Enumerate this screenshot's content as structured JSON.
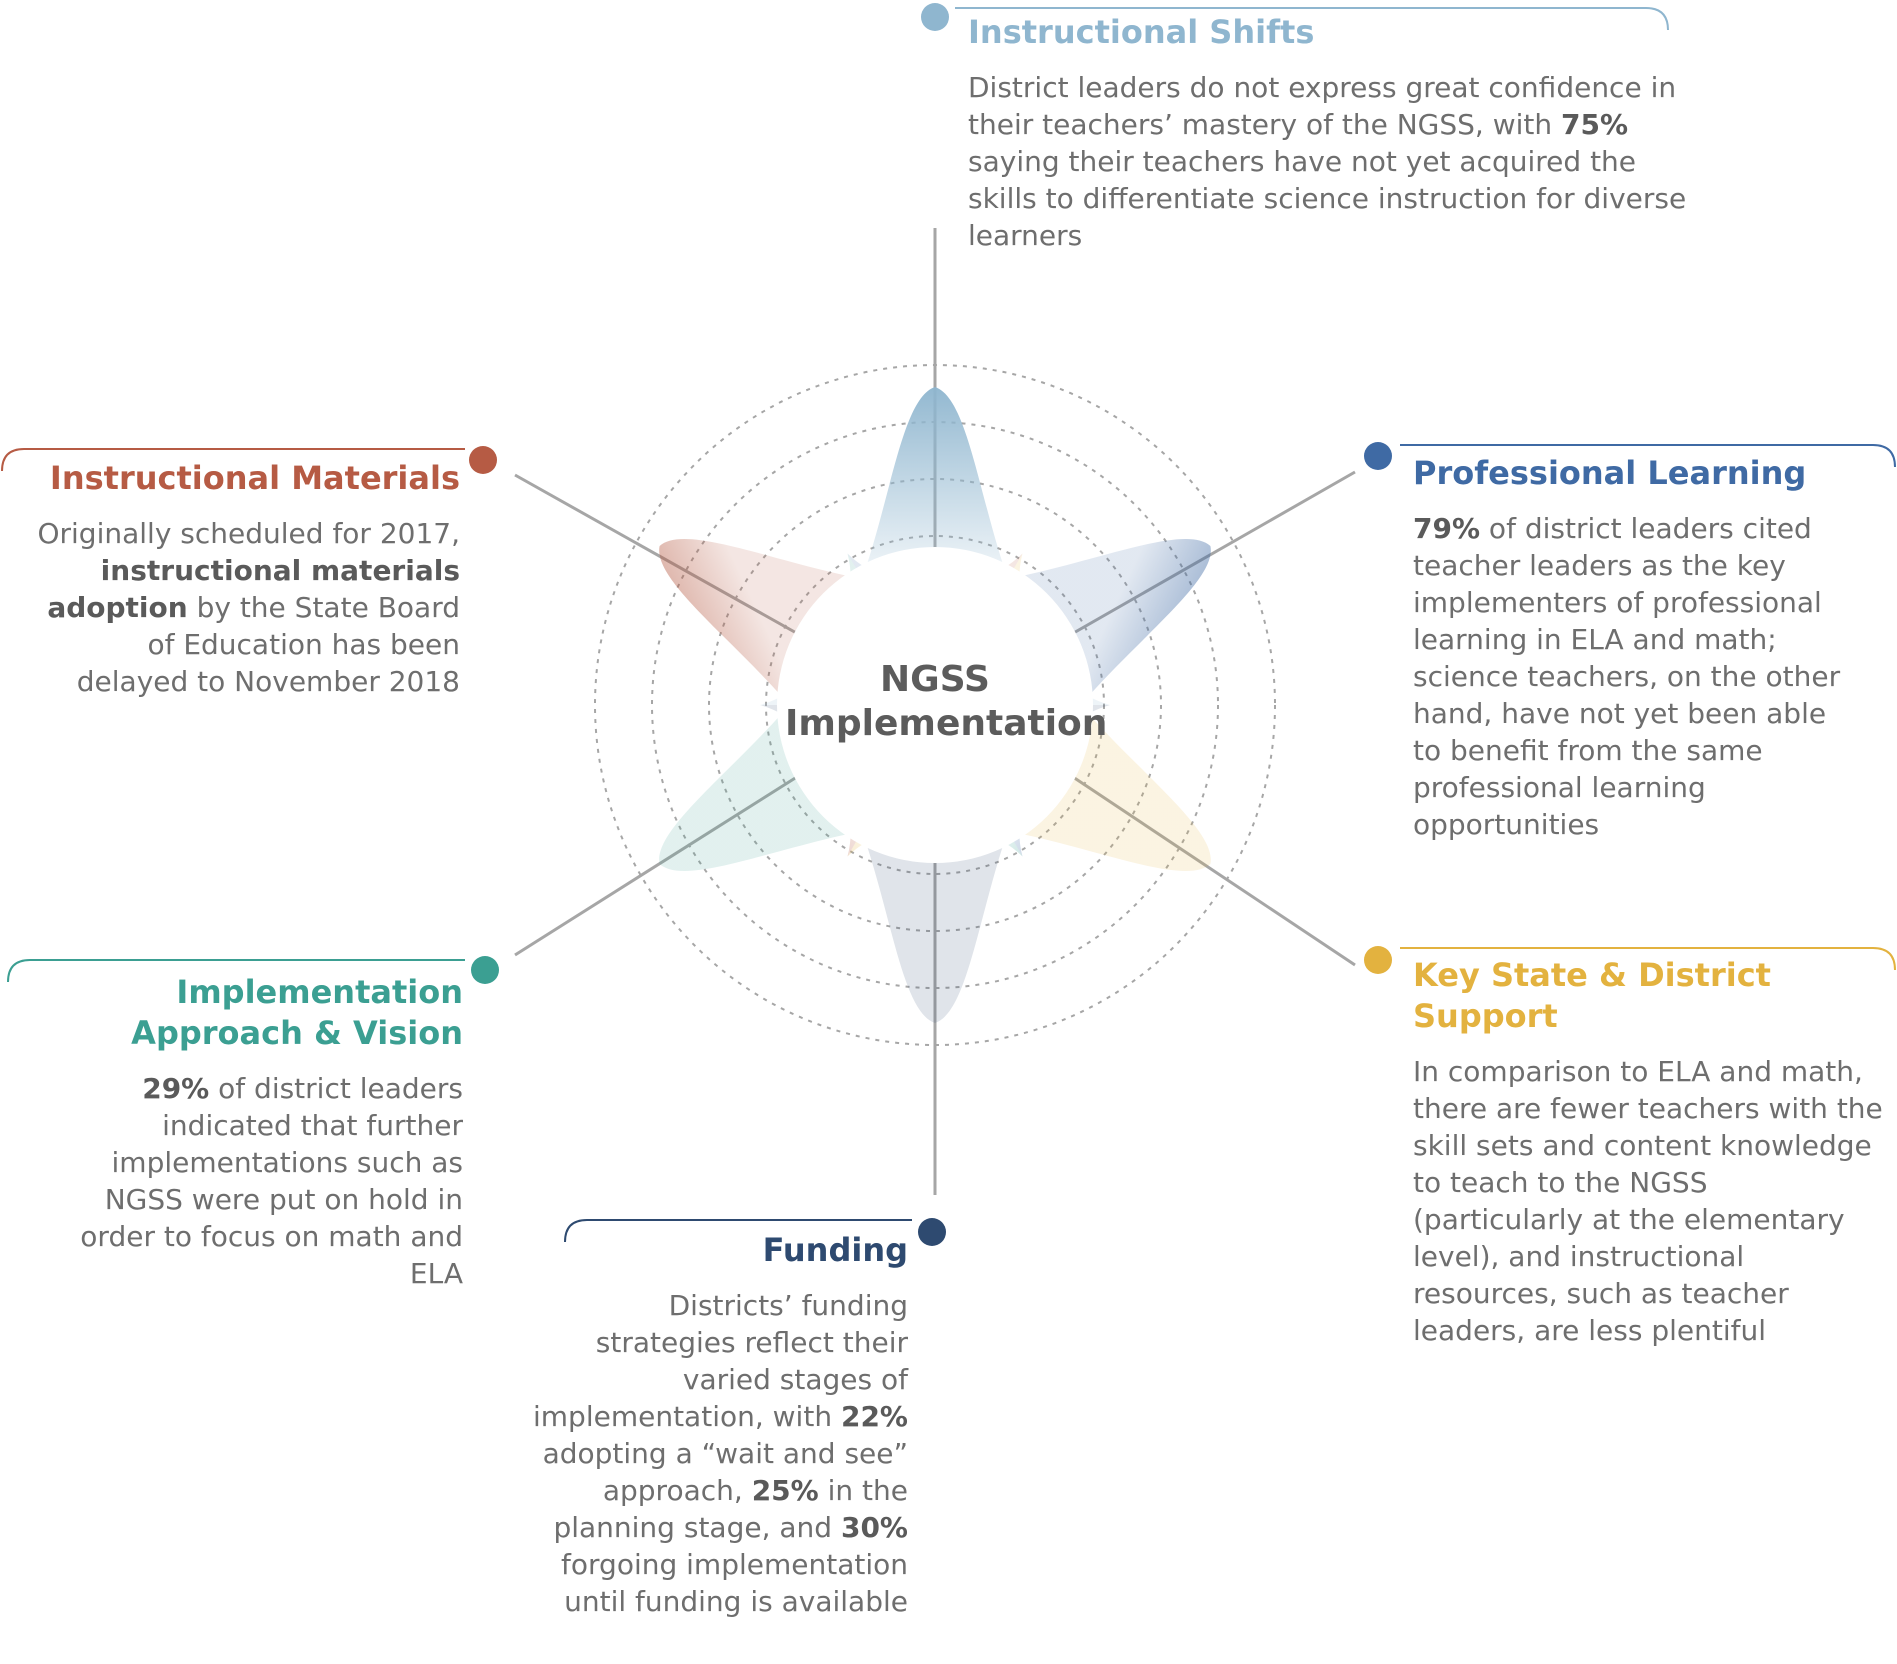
{
  "center": {
    "line1": "NGSS",
    "line2": "Implementation"
  },
  "colors": {
    "instructional_shifts": "#8fb6cf",
    "professional_learning": "#3f6aa4",
    "key_support": "#e3b23f",
    "funding": "#2e4a70",
    "implementation_approach": "#3b9f92",
    "instructional_materials": "#b65b44",
    "connector": "#a6a6a6",
    "ring": "#a6a6a6"
  },
  "panels": {
    "instructional_shifts": {
      "title": "Instructional Shifts",
      "text_1": "District leaders do not express great confidence in their teachers’ mastery of the NGSS, with ",
      "stat_1": "75%",
      "text_2": " saying their teachers have not yet acquired the skills to differentiate science instruction for diverse learners"
    },
    "professional_learning": {
      "title": "Professional Learning",
      "stat_1": "79%",
      "text_1": " of district leaders cited teacher leaders as the key implementers of professional learning in ELA and math; science teachers, on the other hand, have not yet been able to benefit from the same professional learning opportunities"
    },
    "key_support": {
      "title": "Key State & District Support",
      "text_1": "In comparison to ELA and math, there are fewer teachers with the skill sets and content knowledge to teach to the NGSS (particularly at the elementary level), and instructional resources, such as teacher leaders, are less plentiful"
    },
    "instructional_materials": {
      "title": "Instructional Materials",
      "text_1": "Originally scheduled for 2017, ",
      "stat_1": "instructional materials adoption",
      "text_2": " by the State Board of Education has been delayed to November 2018"
    },
    "implementation_approach": {
      "title_line1": "Implementation",
      "title_line2": "Approach & Vision",
      "stat_1": "29%",
      "text_1": " of district leaders indicated that further implementations such as NGSS were put on hold in order to focus on math and ELA"
    },
    "funding": {
      "title": "Funding",
      "text_1": "Districts’ funding strategies reflect their varied stages of implementation, with ",
      "stat_1": "22%",
      "text_2": " adopting a “wait and see” approach, ",
      "stat_2": "25%",
      "text_3": " in the planning stage, and ",
      "stat_3": "30%",
      "text_4": " forgoing implementation until funding is available"
    }
  }
}
